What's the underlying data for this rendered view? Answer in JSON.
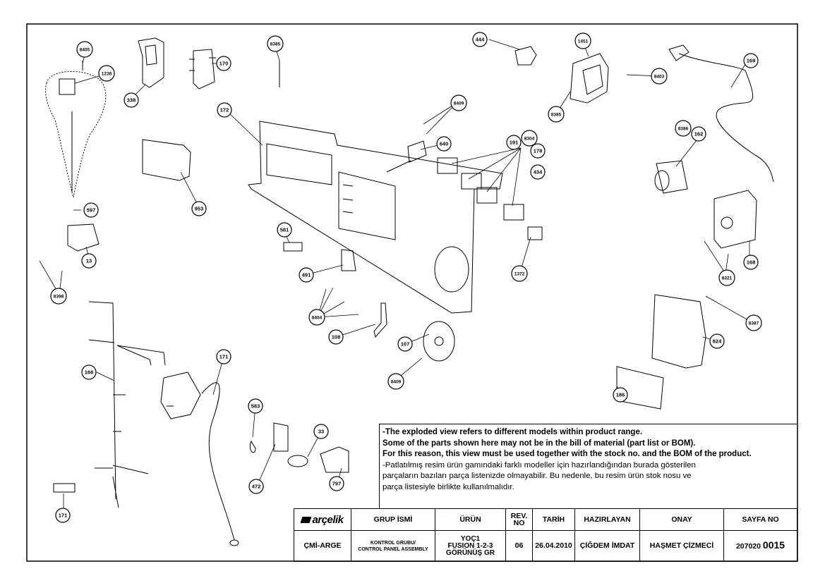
{
  "callouts": [
    "8405",
    "1238",
    "338",
    "170",
    "8385",
    "444",
    "1451",
    "169",
    "8403",
    "8385",
    "172",
    "8409",
    "640",
    "191",
    "8304",
    "178",
    "434",
    "8386",
    "162",
    "953",
    "597",
    "13",
    "581",
    "491",
    "1372",
    "168",
    "8321",
    "8398",
    "8404",
    "108",
    "107",
    "8387",
    "624",
    "166",
    "171",
    "8409",
    "186",
    "583",
    "33",
    "472",
    "797",
    "171"
  ],
  "notes": {
    "en": [
      "-The exploded view refers to different models within product range.",
      "Some of the parts shown here may not be in the bill of material (part list or BOM).",
      "For this reason, this view must be used together with the stock no. and the BOM of the product."
    ],
    "tr": [
      "-Patlatılmış resim ürün gamındaki farklı modeller için hazırlandığından burada gösterilen",
      "parçaların bazıları parça listenizde olmayabilir. Bu nedenle, bu resim ürün stok nosu ve",
      "parça listesiyle birlikte kullanılmalıdır."
    ]
  },
  "title_block": {
    "logo": "arçelik",
    "headers": {
      "grup_ismi": "GRUP İSMİ",
      "urun": "ÜRÜN",
      "rev": "REV.\nNO",
      "tarih": "TARİH",
      "hazirlayan": "HAZIRLAYAN",
      "onay": "ONAY",
      "sayfa_no": "SAYFA NO"
    },
    "values": {
      "dept": "ÇMİ-ARGE",
      "grup_ismi": "KONTROL GRUBU/\nCONTROL PANEL ASSEMBLY",
      "urun": "YOÇ1\nFUSION 1-2-3\nGÖRÜNÜŞ GR",
      "rev": "06",
      "tarih": "26.04.2010",
      "hazirlayan": "ÇİĞDEM İMDAT",
      "onay": "HAŞMET ÇİZMECİ",
      "sayfa_no_prefix": "207020",
      "sayfa_no_suffix": "0015"
    }
  }
}
